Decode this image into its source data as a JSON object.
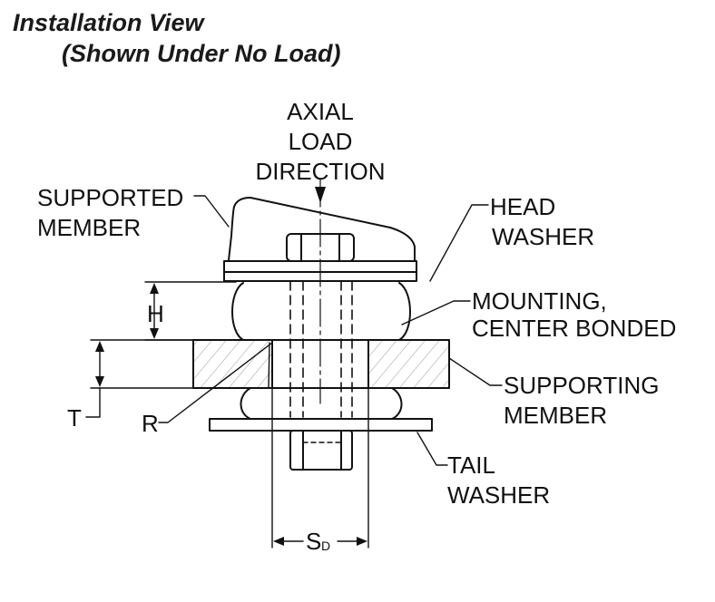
{
  "title": {
    "line1": "Installation View",
    "line2": "(Shown Under No Load)"
  },
  "labels": {
    "axial_1": "AXIAL",
    "axial_2": "LOAD",
    "axial_3": "DIRECTION",
    "supported_1": "SUPPORTED",
    "supported_2": "MEMBER",
    "head_1": "HEAD",
    "head_2": "WASHER",
    "mounting_1": "MOUNTING,",
    "mounting_2": "CENTER BONDED",
    "supporting_1": "SUPPORTING",
    "supporting_2": "MEMBER",
    "tail_1": "TAIL",
    "tail_2": "WASHER",
    "h": "H",
    "t": "T",
    "r": "R",
    "sd_main": "S",
    "sd_sub": "D"
  }
}
